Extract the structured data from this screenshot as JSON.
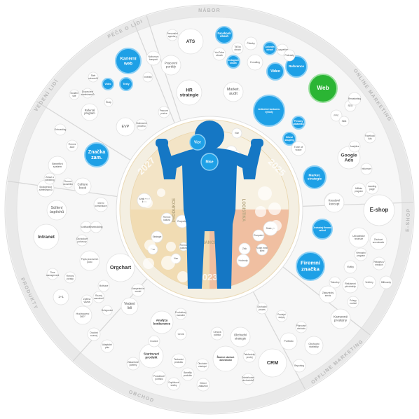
{
  "colors": {
    "blue": "#1ea0e6",
    "dark_blue": "#0f78c6",
    "green": "#2bb534",
    "ring_gray": "#efefef",
    "inner_ring": "#f6f3ea",
    "gold": "#f0d9ae",
    "salmon": "#efb695",
    "figure": "#1577c4"
  },
  "sections": [
    {
      "label": "NÁBOR"
    },
    {
      "label": "ONLINE MARKETING"
    },
    {
      "label": "E-SHOP"
    },
    {
      "label": "OFFLINE MARKETING"
    },
    {
      "label": "OBCHOD"
    },
    {
      "label": "PRODUKTY"
    },
    {
      "label": "VEDENÍ LIDÍ"
    },
    {
      "label": "PÉČE O LIDI"
    }
  ],
  "center": {
    "years": [
      "2027",
      "2025",
      "2023"
    ],
    "inner_labels": [
      "PRODUKCE",
      "LOGISTIKA",
      "FINANCE"
    ],
    "figure_bubbles": [
      "Vize",
      "Mise"
    ],
    "inner_small": [
      "Vztah mezi lidmi",
      "Firemní kultura",
      "Strategie",
      "Rozpočet",
      "Plán",
      "Vize",
      "Mise",
      "Hodnoty",
      "Zisk"
    ],
    "gold_left": [
      "Strategie zaměstnanců",
      "Rozpis firemní plán",
      "Zisk"
    ],
    "salmon": [
      "Finanční plán",
      "Cash flow",
      "Strategie výnosů"
    ],
    "gold_bottom": [
      "Procesy",
      "Systémy"
    ]
  },
  "bubbles": {
    "nabor": [
      {
        "label": "Kariérní web"
      },
      {
        "label": "ATS"
      },
      {
        "label": "Pracovní portály"
      },
      {
        "label": "HR strategie"
      },
      {
        "label": "Video"
      },
      {
        "label": "Texty"
      },
      {
        "label": "Náborová kampaň"
      },
      {
        "label": "Sociální sítě"
      },
      {
        "label": "EVP"
      },
      {
        "label": "Doporučení zaměstnanců"
      },
      {
        "label": "Školy"
      },
      {
        "label": "Referral program"
      },
      {
        "label": "Inzeráty"
      },
      {
        "label": "Personální agentury"
      },
      {
        "label": "Sběr uchazečů"
      },
      {
        "label": "Pracovní pozice"
      },
      {
        "label": "Hodnocení procesu"
      }
    ],
    "online": [
      {
        "label": "Facebook obsah"
      },
      {
        "label": "Instagram obsah"
      },
      {
        "label": "LinkedIn obsah"
      },
      {
        "label": "E-mailing"
      },
      {
        "label": "Video"
      },
      {
        "label": "Reference"
      },
      {
        "label": "Web"
      },
      {
        "label": "Články"
      },
      {
        "label": "YouTube obsah"
      },
      {
        "label": "TikTok obsah"
      },
      {
        "label": "Copywriting"
      },
      {
        "label": "Podcasty"
      },
      {
        "label": "Market. audit"
      },
      {
        "label": "Jedinečné konkuren. výhody"
      },
      {
        "label": "Persony zákazníků"
      },
      {
        "label": "Cílové skupiny"
      },
      {
        "label": "Tone of voice"
      },
      {
        "label": "Market. strategie"
      },
      {
        "label": "SEO"
      },
      {
        "label": "PPC"
      },
      {
        "label": "Google Ads"
      },
      {
        "label": "Sklik"
      },
      {
        "label": "Facebook Ads"
      },
      {
        "label": "Analytics"
      },
      {
        "label": "Influencer"
      },
      {
        "label": "Landing page"
      },
      {
        "label": "Remarketing"
      }
    ],
    "eshop": [
      {
        "label": "E-shop"
      },
      {
        "label": "Affiliate program"
      },
      {
        "label": "UX návrh"
      },
      {
        "label": "Uživatelské recenze"
      },
      {
        "label": "Zbožové srovnávače"
      },
      {
        "label": "Věrnostní program"
      },
      {
        "label": "Kreativní koncept"
      }
    ],
    "offline": [
      {
        "label": "Firemní značka"
      },
      {
        "label": "Jednotný firemní vzhled"
      },
      {
        "label": "Vizitky"
      },
      {
        "label": "Reklamní předměty"
      },
      {
        "label": "Veletrhy"
      },
      {
        "label": "Tiskoviny"
      },
      {
        "label": "Zákaznický servis"
      },
      {
        "label": "Kamenné prodejny"
      },
      {
        "label": "Polepy vozidel"
      },
      {
        "label": "Reklama v médiích"
      },
      {
        "label": "Billboardy"
      }
    ],
    "obchod": [
      {
        "label": "CRM"
      },
      {
        "label": "Portfolio"
      },
      {
        "label": "Obchodní statistiky"
      },
      {
        "label": "Obchodní strategie"
      },
      {
        "label": "Školení obchod. dovedností"
      },
      {
        "label": "Cenová politika"
      },
      {
        "label": "Obchodní proces"
      },
      {
        "label": "Prodejní skripty"
      },
      {
        "label": "Telefonický prodej"
      },
      {
        "label": "Obchodní zástupci"
      },
      {
        "label": "Reporting"
      },
      {
        "label": "Plánování obchodu"
      },
      {
        "label": "Odměňování obchodníků"
      },
      {
        "label": "Klíčoví zákazníci"
      }
    ],
    "produkty": [
      {
        "label": "Analýza konkurence"
      },
      {
        "label": "Startovací produkt"
      },
      {
        "label": "Produktové portfolio"
      },
      {
        "label": "Testování produktu"
      },
      {
        "label": "Zákaznické potřeby"
      },
      {
        "label": "Produktový manažer"
      },
      {
        "label": "Ceník"
      },
      {
        "label": "Benefity produktu"
      },
      {
        "label": "Doplňkové služby"
      },
      {
        "label": "Inovace"
      }
    ],
    "vedeni": [
      {
        "label": "Orgchart"
      },
      {
        "label": "Popis pracovních pozic"
      },
      {
        "label": "Vedení lidí"
      },
      {
        "label": "1+1"
      },
      {
        "label": "Hodnocení 360°"
      },
      {
        "label": "Firemní porady"
      },
      {
        "label": "Motivace"
      },
      {
        "label": "Zpětná vazba"
      },
      {
        "label": "Adaptační plán"
      },
      {
        "label": "Rozvoj manažerů"
      },
      {
        "label": "Osobní rozvoj"
      },
      {
        "label": "Kompetenční model"
      },
      {
        "label": "Delegování"
      },
      {
        "label": "Time management"
      }
    ],
    "pece": [
      {
        "label": "Značka zam."
      },
      {
        "label": "Intranet"
      },
      {
        "label": "Culture book"
      },
      {
        "label": "Interní komunikace"
      },
      {
        "label": "Benefitní systém"
      },
      {
        "label": "Sdílení úspěchů"
      },
      {
        "label": "Firemní akce"
      },
      {
        "label": "Onboarding"
      },
      {
        "label": "Vzdělávání"
      },
      {
        "label": "Spokojenost zaměstnanců"
      },
      {
        "label": "Zdraví a wellbeing"
      },
      {
        "label": "Firemní newsletter"
      },
      {
        "label": "Teambuilding"
      },
      {
        "label": "Odchodové pohovory"
      }
    ]
  }
}
